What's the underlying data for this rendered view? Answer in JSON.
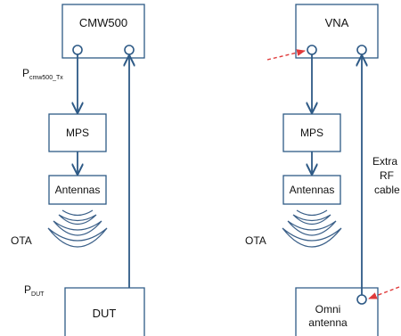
{
  "left": {
    "top_box": "CMW500",
    "signal_main": "P",
    "signal_sub": "cmw500_Tx",
    "mps": "MPS",
    "antennas": "Antennas",
    "ota": "OTA",
    "dut_power_main": "P",
    "dut_power_sub": "DUT",
    "dut": "DUT"
  },
  "right": {
    "top_box": "VNA",
    "mps": "MPS",
    "antennas": "Antennas",
    "ota": "OTA",
    "cable_line1": "Extra",
    "cable_line2": "RF",
    "cable_line3": "cable",
    "omni_line1": "Omni",
    "omni_line2": "antenna"
  },
  "colors": {
    "line": "#2e5a86",
    "box_border": "#2e5a86",
    "probe_arrow": "#e03a3a"
  }
}
